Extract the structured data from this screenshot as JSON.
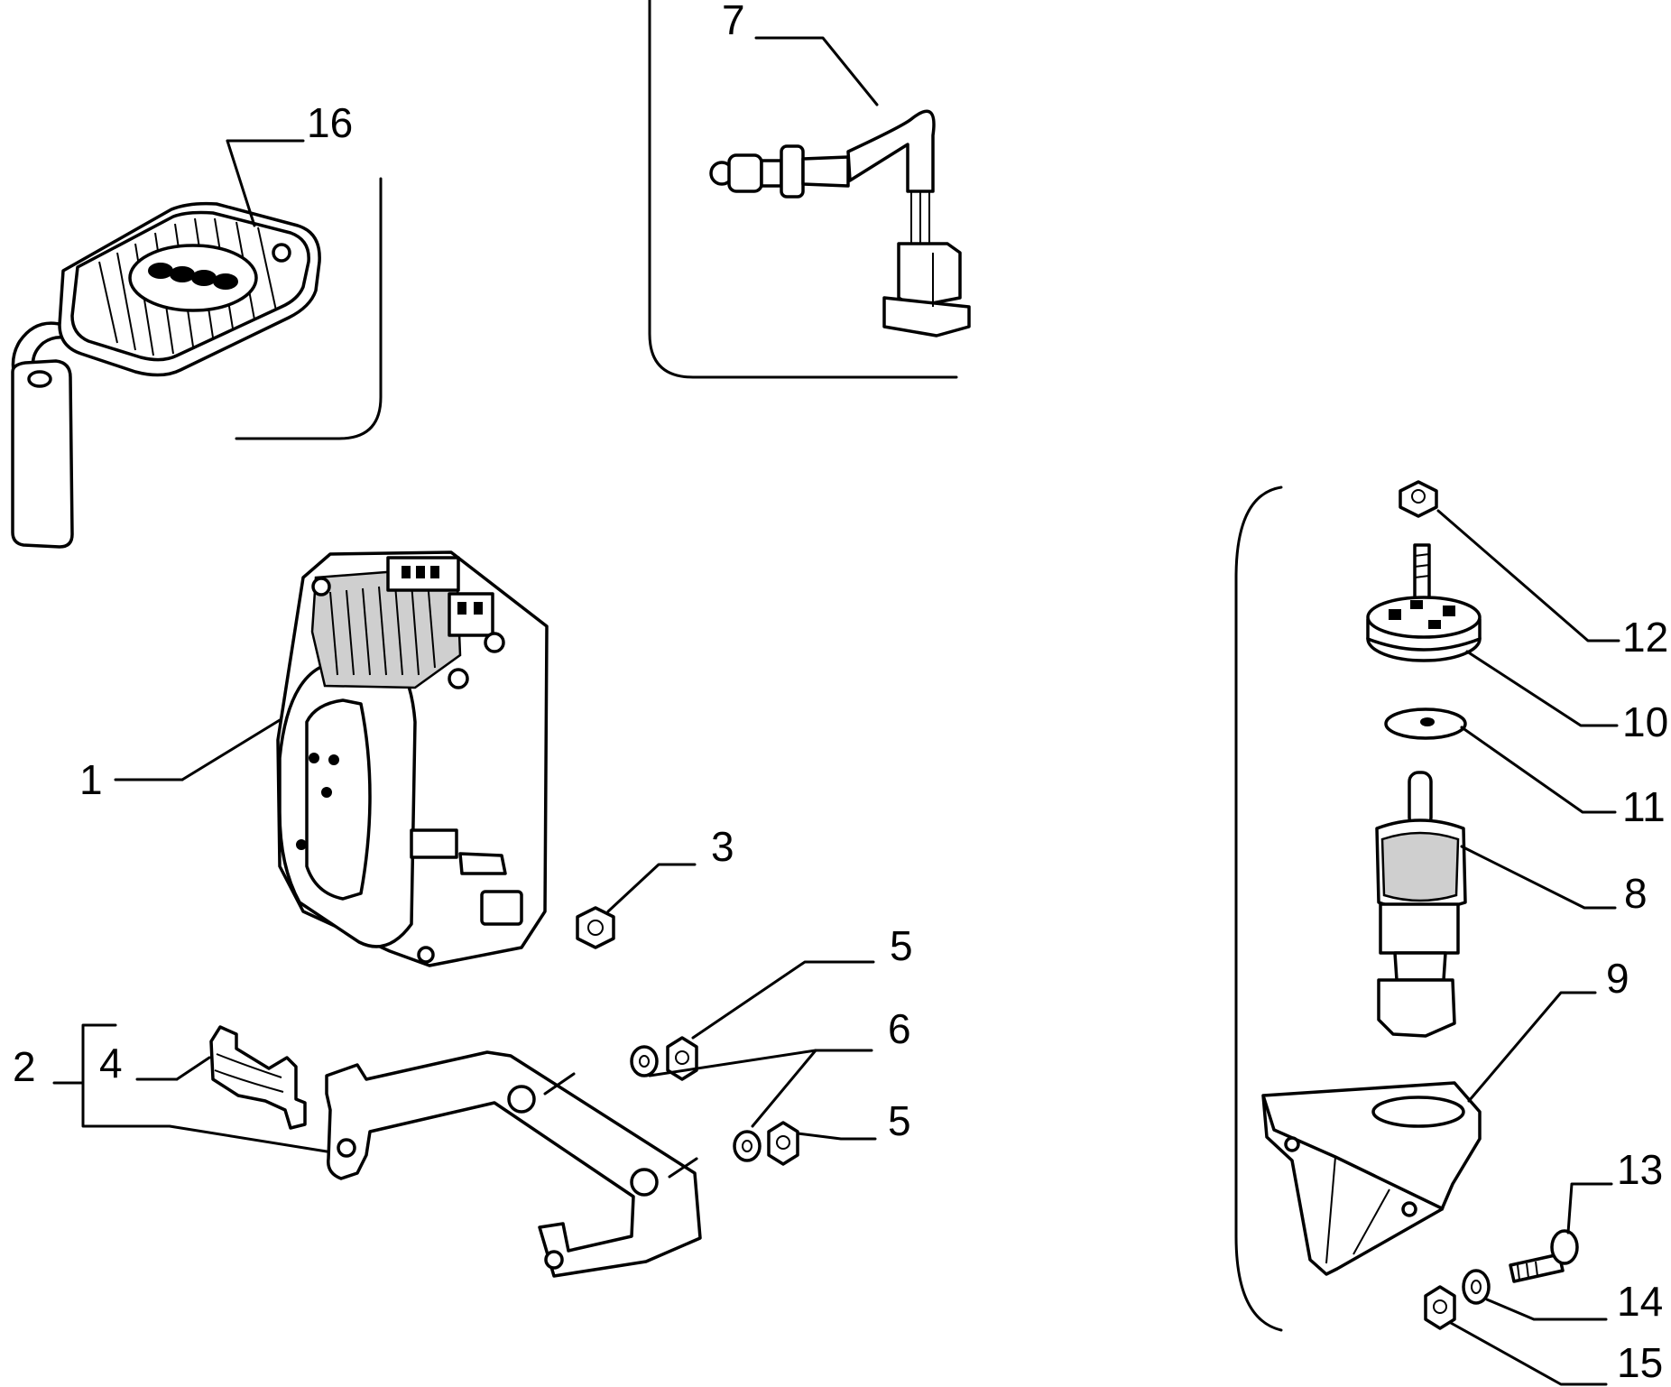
{
  "callouts": {
    "c1": "1",
    "c2": "2",
    "c3": "3",
    "c4": "4",
    "c5a": "5",
    "c5b": "5",
    "c6": "6",
    "c7": "7",
    "c8": "8",
    "c9": "9",
    "c10": "10",
    "c11": "11",
    "c12": "12",
    "c13": "13",
    "c14": "14",
    "c15": "15",
    "c16": "16"
  }
}
